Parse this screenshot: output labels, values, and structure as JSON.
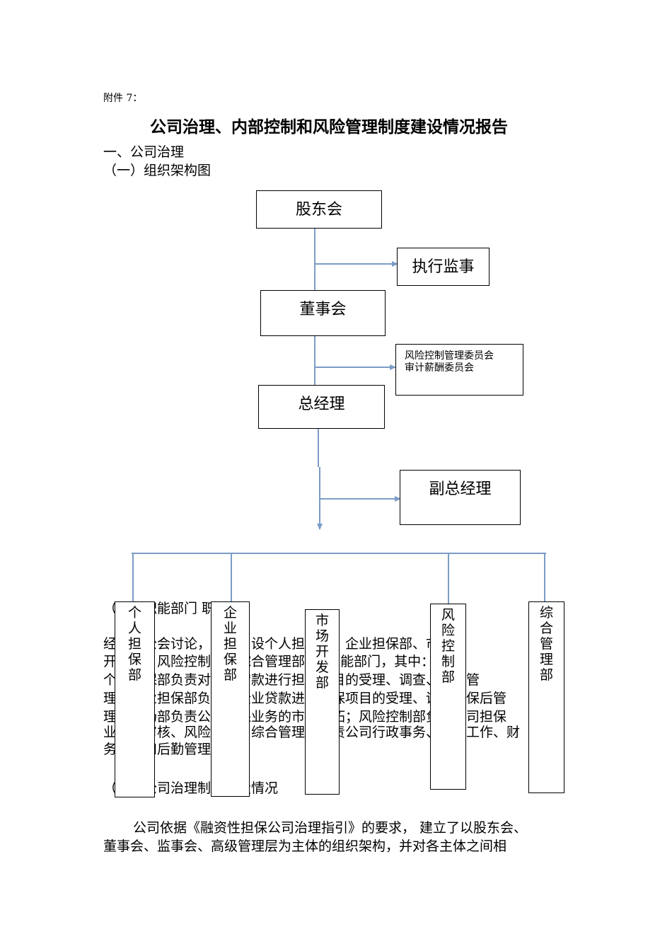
{
  "header": {
    "annex": "附件 7：",
    "title": "公司治理、内部控制和风险管理制度建设情况报告",
    "section1": "一、公司治理",
    "section1_1": "（一）组织架构图"
  },
  "org": {
    "shareholders": "股东会",
    "supervisor": "执行监事",
    "board": "董事会",
    "committees": [
      "风险控制管理委员会",
      "审计薪酬委员会"
    ],
    "gm": "总经理",
    "deputy_gm": "副总经理",
    "departments": [
      "个人担保部",
      "企业担保部",
      "市场开发部",
      "风险控制部",
      "综合管理部"
    ]
  },
  "hidden_text": {
    "line1": "（二）职能部门    职责",
    "line2": "    经理办公会讨论，我公司设个人担保部、企业担保部、市场",
    "line3": "开发部、风险控制部、综合管理部5个职能部门，其中：",
    "line4": "个人担保部负责对个人贷款进行担保项目的受理、调查、保后管",
    "line5": "理；企业担保部负责对企业贷款进行担保项目的受理、调查、保后管",
    "line6": "理；市场部负责公司担保业务的市场开拓；风险控制部负责公司担保",
    "line7": "业务的审核、风险管控；综合管理部负责公司行政事务、人事工作、财",
    "line8": "务管理和后勤管理。",
    "line9": "（三）公司治理制度建设情况"
  },
  "paragraph": {
    "line1": "公司依据《融资性担保公司治理指引》的要求， 建立了以股东会、",
    "line2": "董事会、监事会、高级管理层为主体的组织架构，并对各主体之间相"
  },
  "colors": {
    "line": "#7b9cc6",
    "border": "#000000"
  }
}
